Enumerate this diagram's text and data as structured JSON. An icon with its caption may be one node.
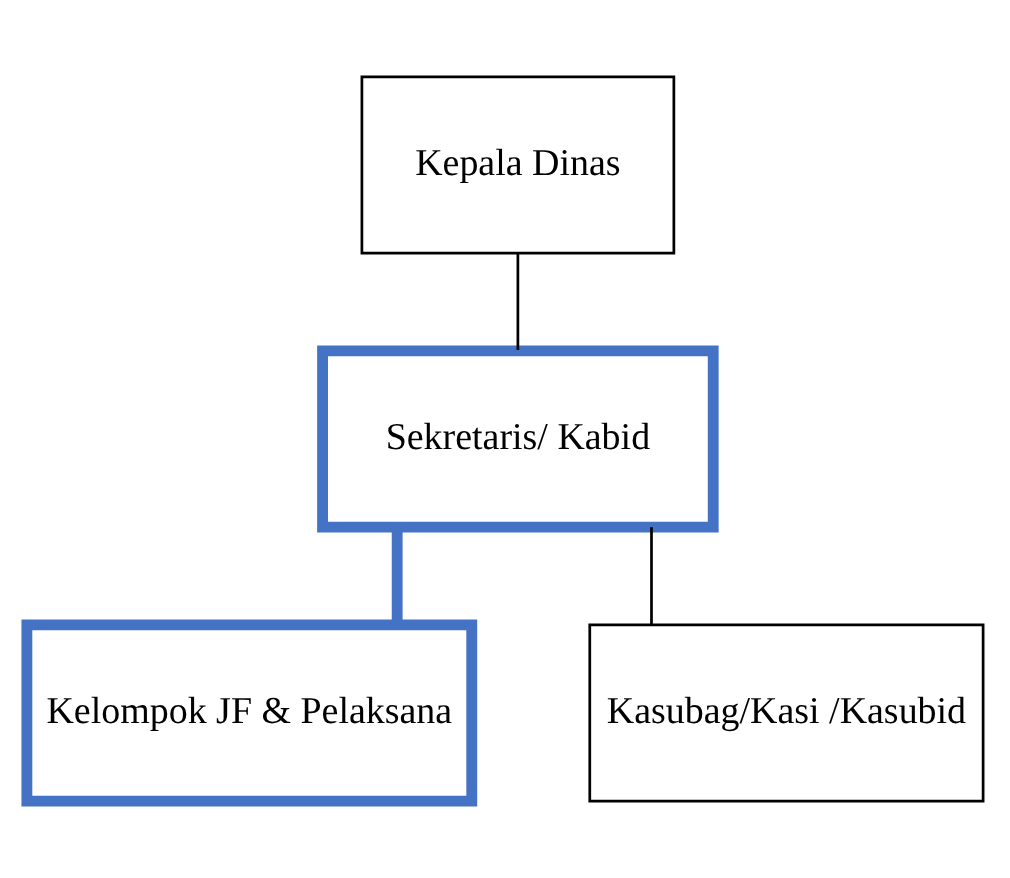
{
  "diagram": {
    "nodes": [
      {
        "text": [
          "Kepala Dinas"
        ]
      },
      {
        "text": [
          "Sekretaris/ Kabid"
        ]
      },
      {
        "text": [
          "Kelompok JF & Pelaksana"
        ]
      },
      {
        "text": [
          "Kasubag/Kasi /Kasubid"
        ]
      }
    ],
    "edges": [
      {
        "from": 0,
        "to": 1,
        "arrow": "none"
      },
      {
        "from": 1,
        "to": 2,
        "arrow": "none",
        "style": "thick",
        "color": "#4472c4"
      },
      {
        "from": 1,
        "to": 3,
        "arrow": "none"
      }
    ]
  }
}
